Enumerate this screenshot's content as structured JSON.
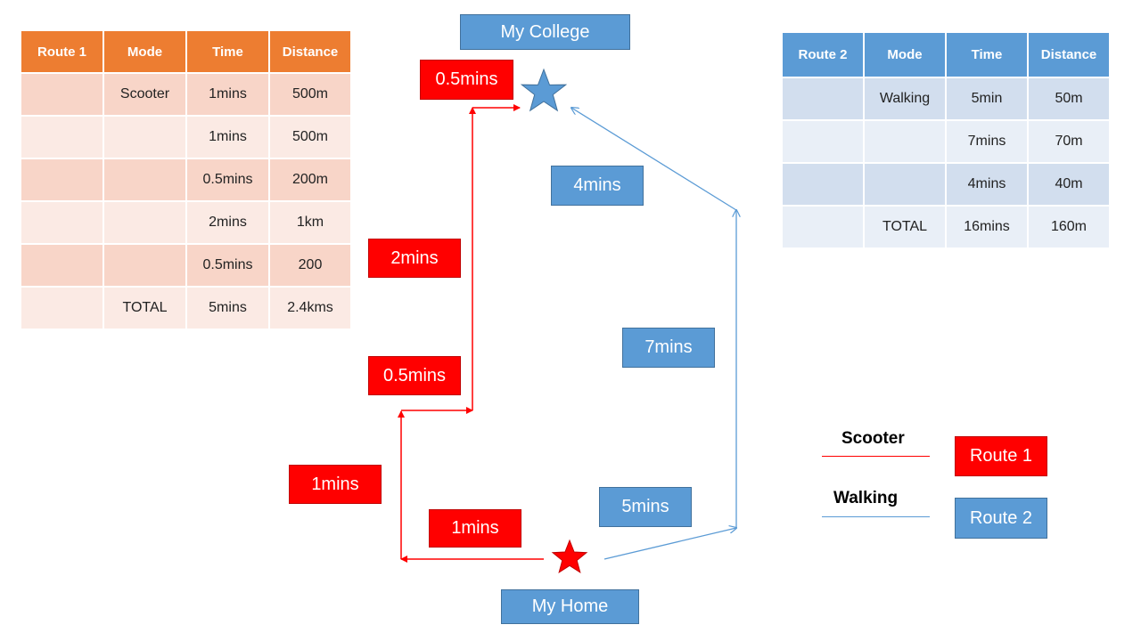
{
  "route1_table": {
    "headers": [
      "Route 1",
      "Mode",
      "Time",
      "Distance"
    ],
    "rows": [
      [
        "",
        "Scooter",
        "1mins",
        "500m"
      ],
      [
        "",
        "",
        "1mins",
        "500m"
      ],
      [
        "",
        "",
        "0.5mins",
        "200m"
      ],
      [
        "",
        "",
        "2mins",
        "1km"
      ],
      [
        "",
        "",
        "0.5mins",
        "200"
      ],
      [
        "",
        "TOTAL",
        "5mins",
        "2.4kms"
      ]
    ]
  },
  "route2_table": {
    "headers": [
      "Route 2",
      "Mode",
      "Time",
      "Distance"
    ],
    "rows": [
      [
        "",
        "Walking",
        "5min",
        "50m"
      ],
      [
        "",
        "",
        "7mins",
        "70m"
      ],
      [
        "",
        "",
        "4mins",
        "40m"
      ],
      [
        "",
        "TOTAL",
        "16mins",
        "160m"
      ]
    ]
  },
  "places": {
    "college": "My College",
    "home": "My Home"
  },
  "route1_segments": [
    "1mins",
    "1mins",
    "0.5mins",
    "2mins",
    "0.5mins"
  ],
  "route2_segments": [
    "5mins",
    "7mins",
    "4mins"
  ],
  "legend": {
    "scooter": "Scooter",
    "walking": "Walking",
    "route1": "Route 1",
    "route2": "Route 2"
  },
  "colors": {
    "route1": "#ff0000",
    "route2": "#5b9bd5",
    "route1_header": "#ed7d31",
    "route2_header": "#5b9bd5"
  }
}
